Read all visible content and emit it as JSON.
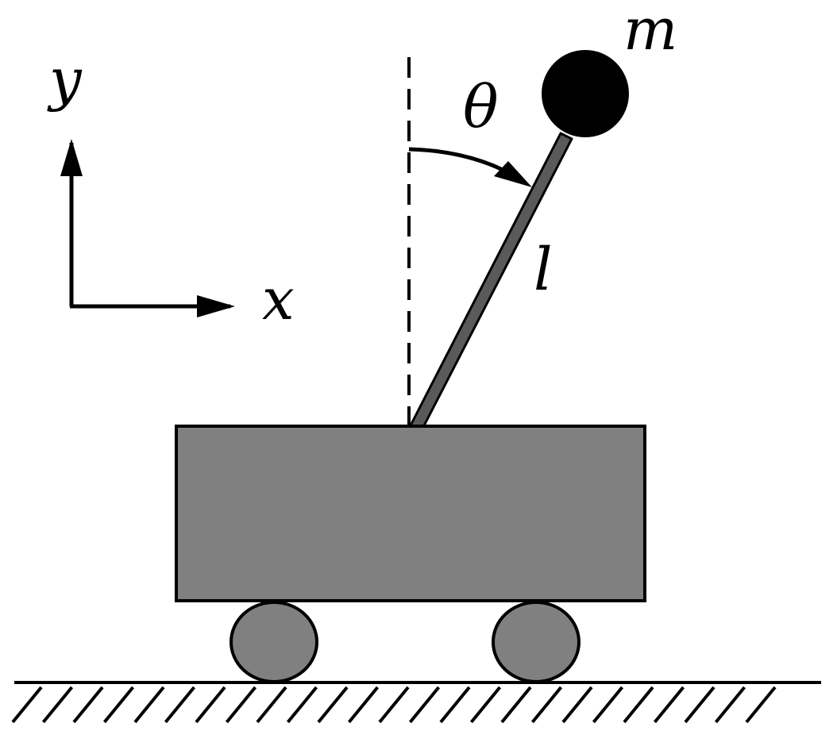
{
  "labels": {
    "y_axis": "y",
    "x_axis": "x",
    "angle": "θ",
    "mass": "m",
    "length": "l"
  },
  "colors": {
    "ink": "#000000",
    "cart_fill": "#808080",
    "wheel_fill": "#808080",
    "rod_fill": "#5a5a5a",
    "bob_fill": "#000000",
    "background": "#ffffff"
  }
}
